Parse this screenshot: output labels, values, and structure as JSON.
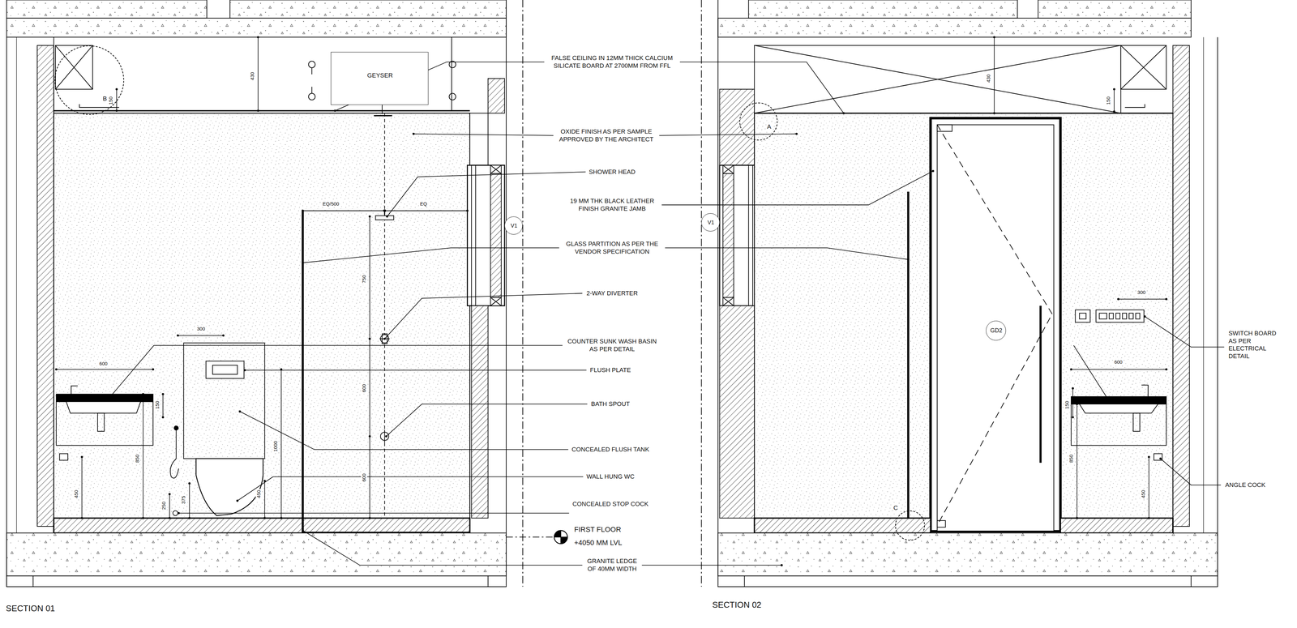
{
  "diagram": {
    "nodes": [
      {
        "text": [
          "B"
        ]
      },
      {
        "text": [
          "GEYSER"
        ]
      },
      {
        "text": [
          "A"
        ]
      },
      {
        "text": [
          "V1"
        ]
      },
      {
        "text": [
          "V1"
        ]
      },
      {
        "text": [
          "GD2"
        ]
      },
      {
        "text": [
          "C"
        ]
      }
    ],
    "labels": [
      "FALSE CEILING IN 12MM THICK CALCIUM SILICATE BOARD AT 2700MM FROM FFL",
      "OXIDE FINISH AS PER SAMPLE APPROVED BY THE ARCHITECT",
      "SHOWER HEAD",
      "19 MM THK BLACK LEATHER FINISH GRANITE JAMB",
      "GLASS PARTITION AS PER THE VENDOR SPECIFICATION",
      "2-WAY DIVERTER",
      "COUNTER SUNK WASH BASIN AS PER DETAIL",
      "FLUSH PLATE",
      "BATH SPOUT",
      "CONCEALED FLUSH TANK",
      "WALL HUNG WC",
      "CONCEALED STOP COCK",
      "FIRST FLOOR",
      "+4050 MM LVL",
      "GRANITE LEDGE OF 40MM WIDTH",
      "SWITCH BOARD AS PER ELECTRICAL DETAIL",
      "ANGLE COCK",
      "SECTION 01",
      "SECTION 02",
      "430",
      "150",
      "EQ/500",
      "EQ",
      "750",
      "600",
      "600",
      "300",
      "1000",
      "450",
      "375",
      "250",
      "600",
      "150",
      "850",
      "450",
      "430",
      "150",
      "300",
      "600",
      "150",
      "850",
      "450"
    ]
  }
}
